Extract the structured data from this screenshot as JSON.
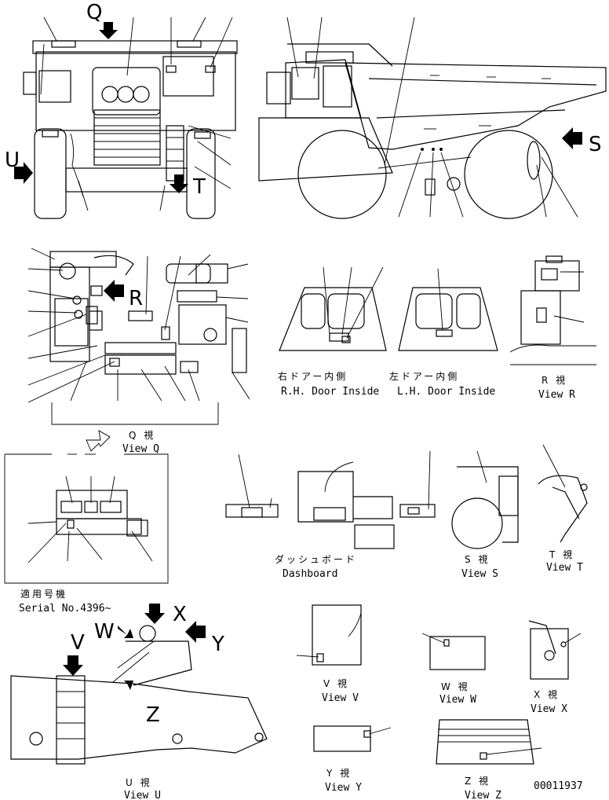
{
  "views": {
    "q_view_jp": "Q 視",
    "q_view_en": "View Q",
    "rh_door_jp": "右ドアー内側",
    "lh_door_jp": "左ドアー内側",
    "rh_door_en": "R.H. Door Inside",
    "lh_door_en": "L.H. Door Inside",
    "r_view_jp": "R 視",
    "r_view_en": "View R",
    "dashboard_jp": "ダッシュボード",
    "dashboard_en": "Dashboard",
    "s_view_jp": "S 視",
    "s_view_en": "View S",
    "t_view_jp": "T 視",
    "t_view_en": "View T",
    "serial_jp": "適用号機",
    "serial_en": "Serial No.4396~",
    "v_view_jp": "V 視",
    "v_view_en": "View V",
    "w_view_jp": "W 視",
    "w_view_en": "View W",
    "x_view_jp": "X 視",
    "x_view_en": "View X",
    "u_view_jp": "U 視",
    "u_view_en": "View U",
    "y_view_jp": "Y 視",
    "y_view_en": "View Y",
    "z_view_jp": "Z 視",
    "z_view_en": "View Z"
  },
  "markers": {
    "q": "Q",
    "s": "S",
    "u": "U",
    "t": "T",
    "r": "R",
    "v": "V",
    "w": "W",
    "x": "X",
    "y": "Y",
    "z": "Z"
  },
  "drawing_number": "00011937"
}
